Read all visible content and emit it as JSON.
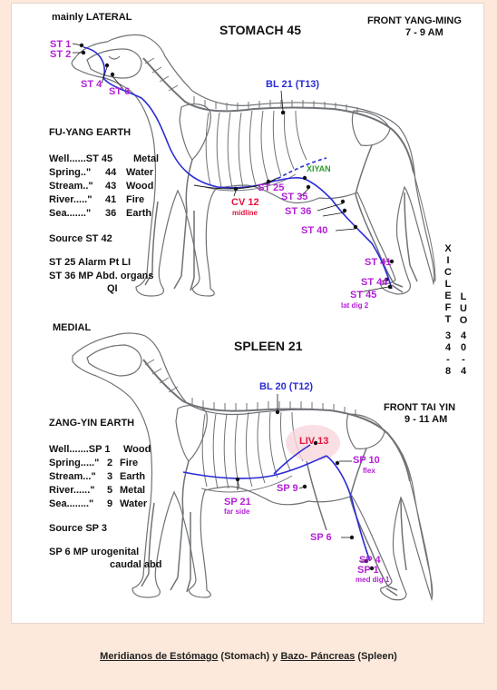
{
  "stomach": {
    "view": "mainly LATERAL",
    "title": "STOMACH 45",
    "meridian": "FRONT YANG-MING",
    "hours": "7 - 9 AM",
    "element_heading": "FU-YANG EARTH",
    "element_points": [
      {
        "name": "Well......ST 45",
        "value": "Metal"
      },
      {
        "name": "Spring..\"",
        "num": "44",
        "value": "Water"
      },
      {
        "name": "Stream..\"",
        "num": "43",
        "value": "Wood"
      },
      {
        "name": "River.....\"",
        "num": "41",
        "value": "Fire"
      },
      {
        "name": "Sea.......\"",
        "num": "36",
        "value": "Earth"
      }
    ],
    "source": "Source  ST 42",
    "alarm": "ST 25  Alarm Pt LI",
    "mp": "ST 36  MP Abd. organs",
    "mp2": "QI",
    "points": {
      "st1": "ST 1",
      "st2": "ST 2",
      "st4": "ST 4",
      "st6": "ST 6",
      "bl21": "BL 21 (T13)",
      "xiyan": "XIYAN",
      "cv12": "CV 12",
      "cv12_sub": "midline",
      "st25": "ST 25",
      "st35": "ST 35",
      "st36": "ST 36",
      "st40": "ST 40",
      "st41": "ST 41",
      "st44": "ST 44",
      "st45": "ST 45",
      "st45_sub": "lat dig 2"
    }
  },
  "xicleft": {
    "letters": [
      "X",
      "I",
      "C",
      "L",
      "E",
      "F",
      "T"
    ],
    "nums": [
      "3",
      "4",
      "-",
      "8"
    ]
  },
  "luo": {
    "letters": [
      "L",
      "U",
      "O"
    ],
    "nums": [
      "4",
      "0",
      "-",
      "4"
    ]
  },
  "spleen": {
    "view": "MEDIAL",
    "title": "SPLEEN 21",
    "meridian": "FRONT TAI YIN",
    "hours": "9 - 11 AM",
    "element_heading": "ZANG-YIN EARTH",
    "element_points": [
      {
        "name": "Well.......SP 1",
        "value": "Wood"
      },
      {
        "name": "Spring.....\"",
        "num": "2",
        "value": "Fire"
      },
      {
        "name": "Stream...\"",
        "num": "3",
        "value": "Earth"
      },
      {
        "name": "River......\"",
        "num": "5",
        "value": "Metal"
      },
      {
        "name": "Sea........\"",
        "num": "9",
        "value": "Water"
      }
    ],
    "source": "Source  SP 3",
    "mp": "SP 6  MP urogenital",
    "mp2": "caudal abd",
    "points": {
      "bl20": "BL 20 (T12)",
      "liv13": "LIV 13",
      "sp10": "SP 10",
      "sp10_sub": "flex",
      "sp21": "SP 21",
      "sp21_sub": "far side",
      "sp9": "SP 9",
      "sp6": "SP 6",
      "sp4": "SP 4",
      "sp1": "SP 1",
      "sp1_sub": "med dig 1"
    }
  },
  "caption": {
    "part1": "Meridianos de Estómago",
    "part2": " (Stomach) y ",
    "part3": "Bazo- Páncreas",
    "part4": " (Spleen)"
  },
  "colors": {
    "background": "#fde9dc",
    "point": "#b21fd6",
    "meridian": "#2a2bd6",
    "alarm": "#e3143f",
    "xiyan": "#2f9a2f"
  }
}
